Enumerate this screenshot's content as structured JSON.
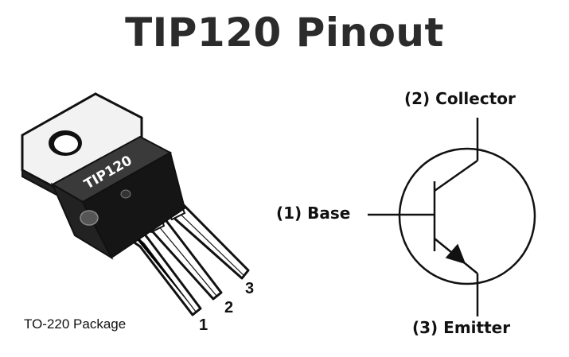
{
  "title": "TIP120 Pinout",
  "package": {
    "label": "TO-220 Package",
    "marking": "TIP120",
    "pin_numbers": [
      "1",
      "2",
      "3"
    ]
  },
  "symbol": {
    "collector_label": "(2) Collector",
    "base_label": "(1) Base",
    "emitter_label": "(3) Emitter"
  }
}
